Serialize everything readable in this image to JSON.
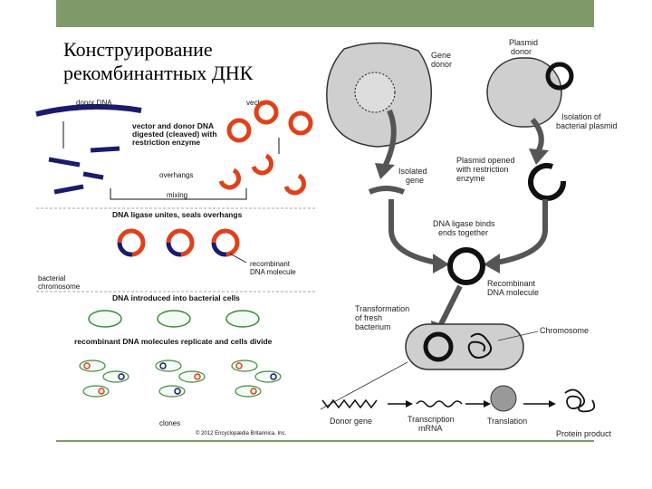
{
  "slide": {
    "title_line1": "Конструирование",
    "title_line2": "рекомбинантных ДНК",
    "accent_color": "#7f9a68"
  },
  "left_figure": {
    "labels": {
      "donor_dna": "donor DNA",
      "vector": "vector",
      "digest_note_1": "vector and donor DNA",
      "digest_note_2": "digested (cleaved) with",
      "digest_note_3": "restriction enzyme",
      "overhangs": "overhangs",
      "mixing": "mixing",
      "ligase_note": "DNA ligase unites, seals overhangs",
      "recombinant_molecule_1": "recombinant",
      "recombinant_molecule_2": "DNA molecule",
      "bacterial_chromosome_1": "bacterial",
      "bacterial_chromosome_2": "chromosome",
      "introduced_note": "DNA introduced into bacterial cells",
      "replicate_note": "recombinant DNA molecules replicate and cells divide",
      "clones": "clones",
      "copyright": "© 2012 Encyclopædia Britannica, Inc."
    },
    "colors": {
      "donor": "#1a1a6e",
      "vector": "#e0401a",
      "cell": "#3a8a3a"
    }
  },
  "right_figure": {
    "labels": {
      "gene_donor_1": "Gene",
      "gene_donor_2": "donor",
      "plasmid_donor_1": "Plasmid",
      "plasmid_donor_2": "donor",
      "isolation_plasmid_1": "Isolation of",
      "isolation_plasmid_2": "bacterial plasmid",
      "isolated_gene_1": "Isolated",
      "isolated_gene_2": "gene",
      "plasmid_opened_1": "Plasmid opened",
      "plasmid_opened_2": "with restriction",
      "plasmid_opened_3": "enzyme",
      "ligase_binds_1": "DNA ligase binds",
      "ligase_binds_2": "ends together",
      "recombinant_1": "Recombinant",
      "recombinant_2": "DNA molecule",
      "transformation_1": "Transformation",
      "transformation_2": "of fresh",
      "transformation_3": "bacterium",
      "chromosome": "Chromosome",
      "donor_gene": "Donor gene",
      "transcription_1": "Transcription",
      "transcription_2": "mRNA",
      "translation": "Translation",
      "protein_product": "Protein product"
    }
  }
}
